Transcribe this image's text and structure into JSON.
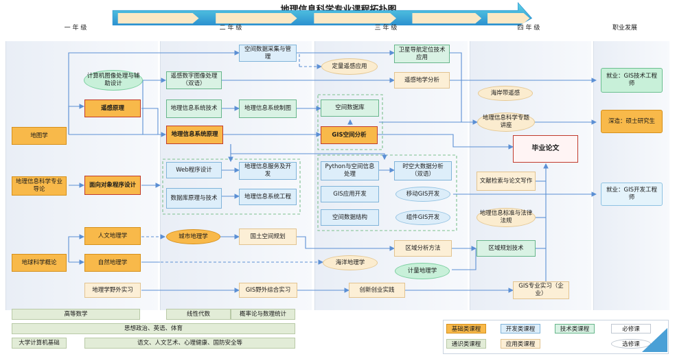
{
  "title": "地理信息科学专业课程拓扑图",
  "years": [
    "一 年 级",
    "二 年 级",
    "三 年 级",
    "四 年 级",
    "职业发展"
  ],
  "year1": {
    "ditu": "地图学",
    "daolun": "地理信息科学专业导论",
    "diqiu": "地球科学概论",
    "jisuanji_tuxiang": "计算机图像处理与辅助设计",
    "yaogan_yuanli": "遥感原理",
    "mianxiang": "面向对象程序设计",
    "renwen": "人文地理学",
    "ziran": "自然地理学",
    "yewai": "地理学野外实习"
  },
  "year2": {
    "shuzi_tuxiang": "遥感数字图像处理（双语）",
    "gis_jishu": "地理信息系统技术",
    "gis_yuanli": "地理信息系统原理",
    "web": "Web程序设计",
    "shujuku_yuanli": "数据库原理与技术",
    "chengshi": "城市地理学"
  },
  "year2_3": {
    "caiji": "空间数据采集与管理",
    "zhitu": "地理信息系统制图",
    "fuwu": "地理信息服务及开发",
    "gongcheng": "地理信息系统工程",
    "guotu": "国土空间规划",
    "gis_zonghe": "GIS野外综合实习"
  },
  "year3": {
    "dingliang": "定量遥感应用",
    "kongjian_shujuku": "空间数据库",
    "gis_fenxi": "GIS空间分析",
    "python": "Python与空间信息处理",
    "gis_kaifa": "GIS应用开发",
    "jiegou": "空间数据结构",
    "haiyang": "海洋地理学",
    "jiliang": "计量地理学",
    "chuangxin": "创新创业实践"
  },
  "year3_4": {
    "weixing": "卫星导航定位技术应用",
    "dixue_fenxi": "遥感地学分析",
    "shikong": "时空大数据分析（双语）",
    "yidong": "移动GIS开发",
    "zujian": "组件GIS开发",
    "quyu_fenxi": "区域分析方法"
  },
  "year4": {
    "haian": "海岸带遥感",
    "zhuanti": "地理信息科学专题讲座",
    "biye": "毕业论文",
    "wenxian": "文献检索与论文写作",
    "biaozhun": "地理信息标准与法律法规",
    "guihua": "区域规划技术",
    "gis_shixi": "GIS专业实习（企业）"
  },
  "career": {
    "jishu": "就业：GIS技术工程师",
    "shenzao": "深造：硕士研究生",
    "kaifa": "就业：GIS开发工程师"
  },
  "general": {
    "gaodeng": "高等数学",
    "xianxing": "线性代数",
    "gailv": "概率论与数理统计",
    "sixiang": "思想政治、英语、体育",
    "daxue_jisuanji": "大学计算机基础",
    "yuwen": "语文、人文艺术、心理健康、国防安全等"
  },
  "legend": {
    "base": "基础类课程",
    "dev": "开发类课程",
    "tech": "技术类课程",
    "required": "必修课",
    "general": "通识类课程",
    "app": "应用类课程",
    "elective": "选修课"
  },
  "colors": {
    "base": "#f8b94a",
    "dev": "#ddeefa",
    "tech": "#d9f2e4",
    "app": "#fcefd6",
    "general": "#e2ecd7",
    "arrow": "#5b8fd4",
    "required_border": "#c0392b"
  }
}
